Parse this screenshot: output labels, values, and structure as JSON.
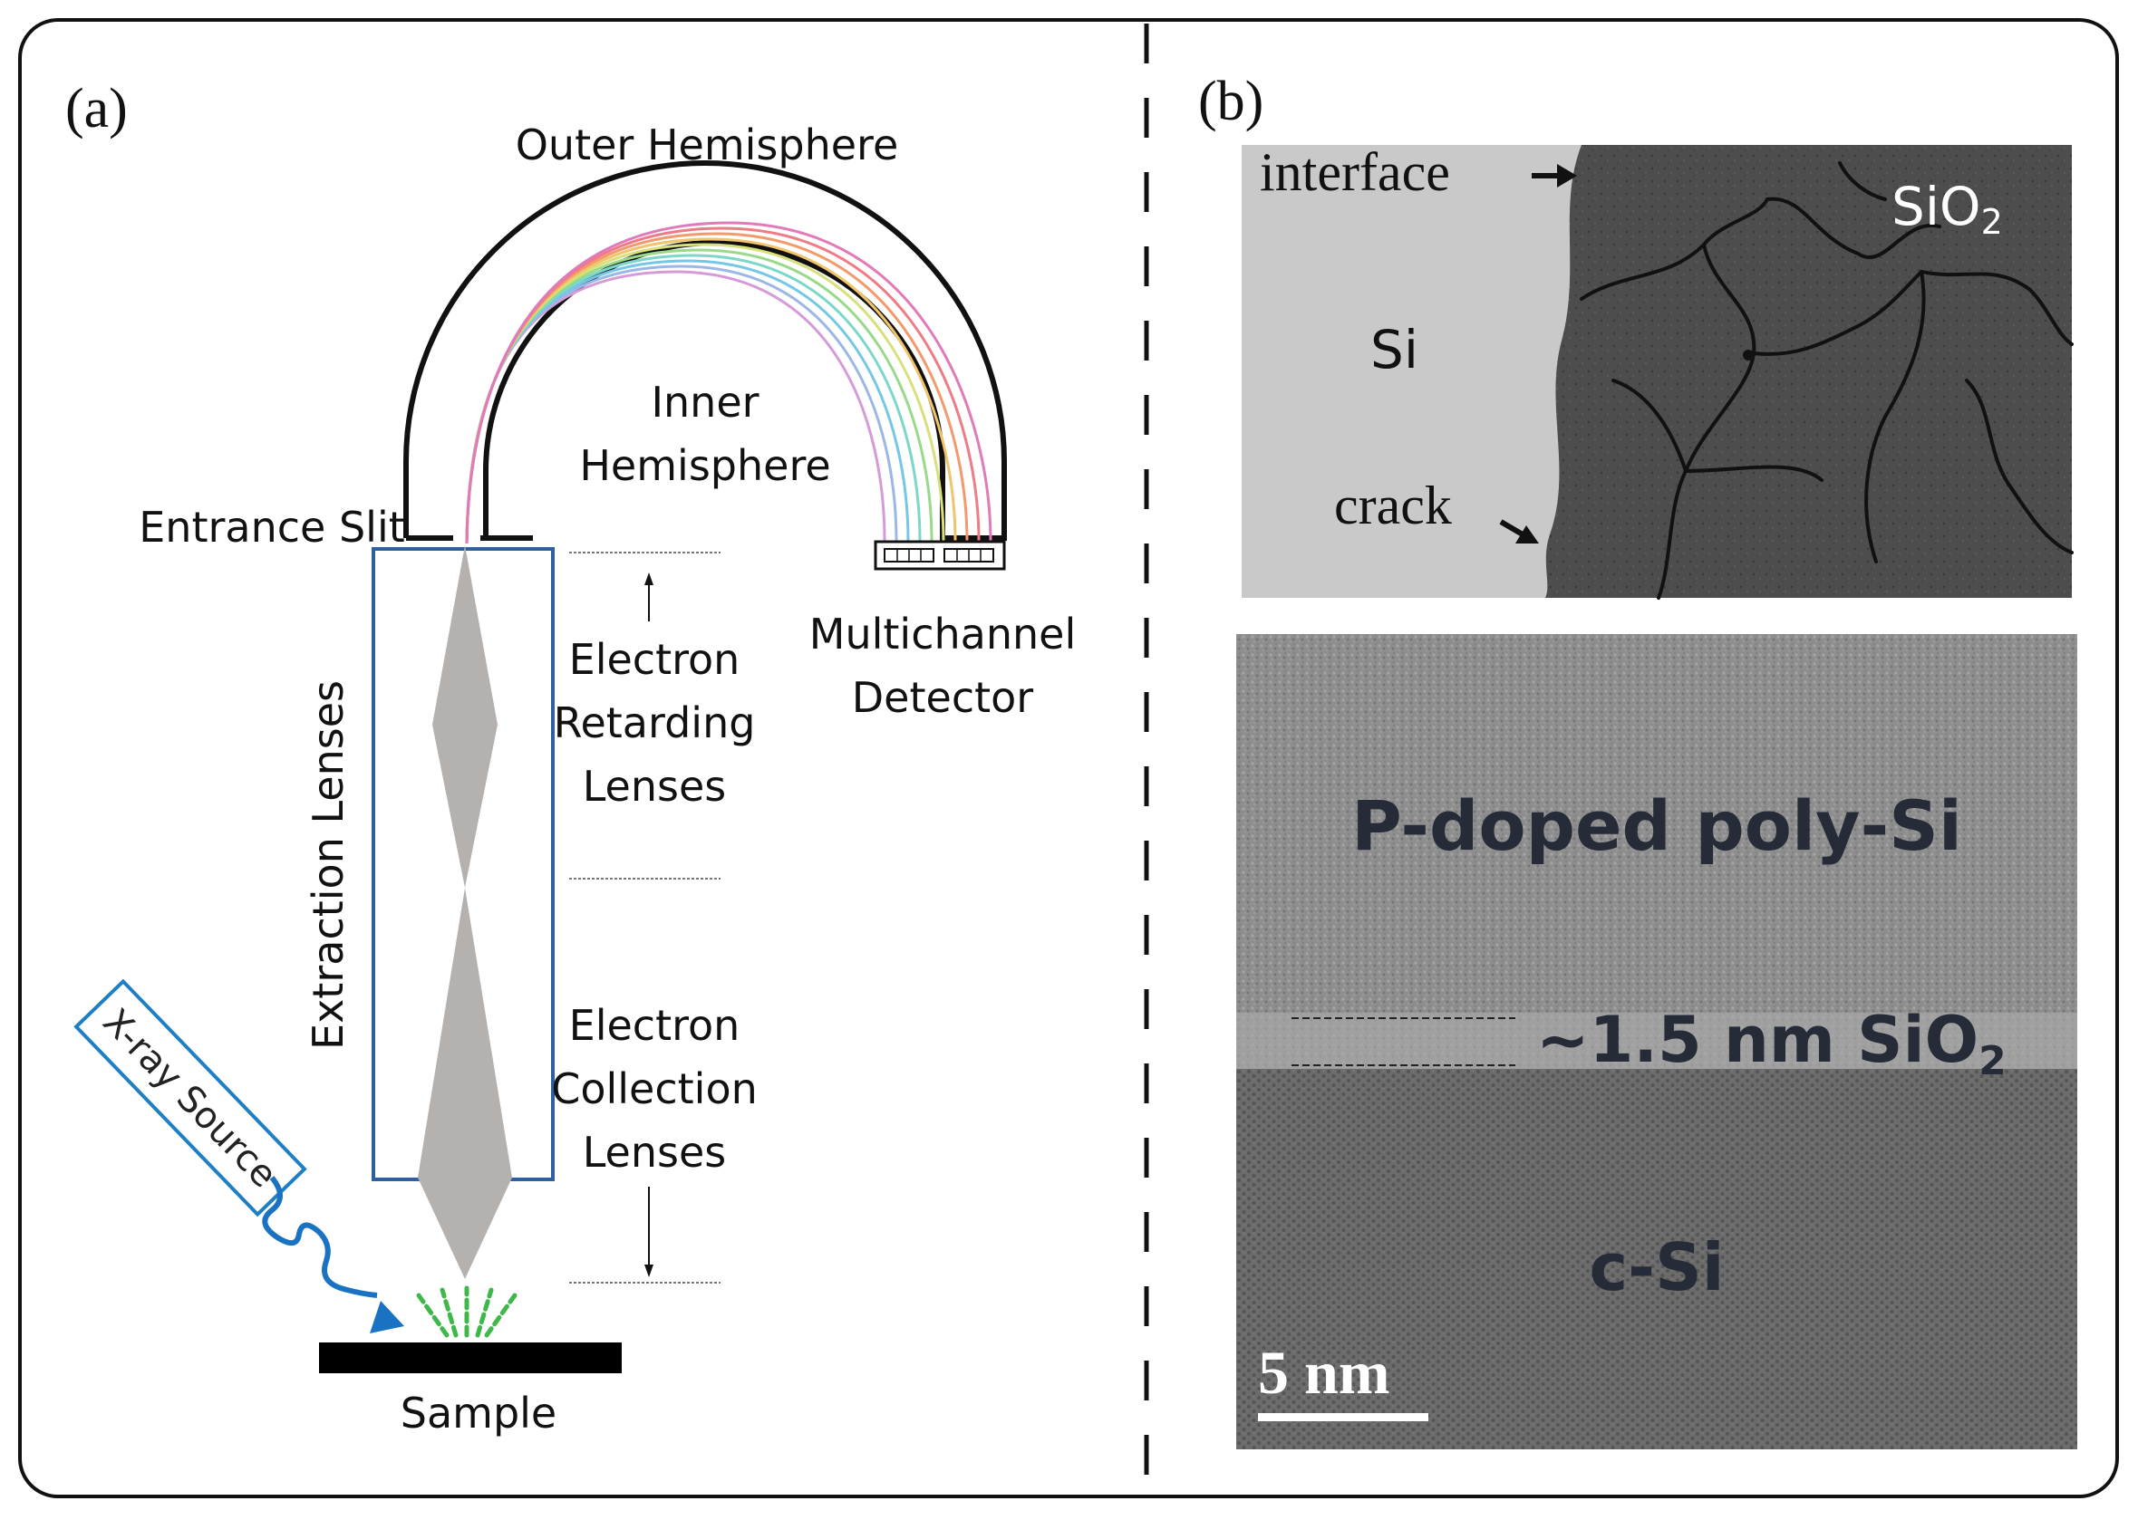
{
  "panel_a": {
    "label": "(a)",
    "outer_hemisphere": "Outer Hemisphere",
    "inner_hemisphere": [
      "Inner",
      "Hemisphere"
    ],
    "entrance_slit": "Entrance Slit",
    "multichannel_detector": [
      "Multichannel",
      "Detector"
    ],
    "extraction_lenses": "Extraction Lenses",
    "retarding_lenses": [
      "Electron",
      "Retarding",
      "Lenses"
    ],
    "collection_lenses": [
      "Electron",
      "Collection",
      "Lenses"
    ],
    "xray_source": "X-ray Source",
    "sample": "Sample",
    "colors": {
      "lens_column": "#2e5fa0",
      "xray_box": "#1f7fc4",
      "photon_arrow": "#1a73c2",
      "emission": "#3fb84a",
      "beam": "#b5b1af"
    },
    "trajectory_colors": [
      "#d79ad9",
      "#9ab7e6",
      "#74c7e6",
      "#7bd7c8",
      "#98d98a",
      "#d7e07a",
      "#f0c46a",
      "#f29a6b",
      "#ef7b86",
      "#e07ab8"
    ]
  },
  "panel_b": {
    "label": "(b)",
    "sem": {
      "interface": "interface",
      "si": "Si",
      "crack": "crack",
      "sio2_main": "SiO",
      "sio2_sub": "2"
    },
    "tem": {
      "poly_si": "P-doped poly-Si",
      "oxide_main": "~1.5 nm SiO",
      "oxide_sub": "2",
      "c_si": "c-Si",
      "scale_bar": "5 nm"
    }
  }
}
